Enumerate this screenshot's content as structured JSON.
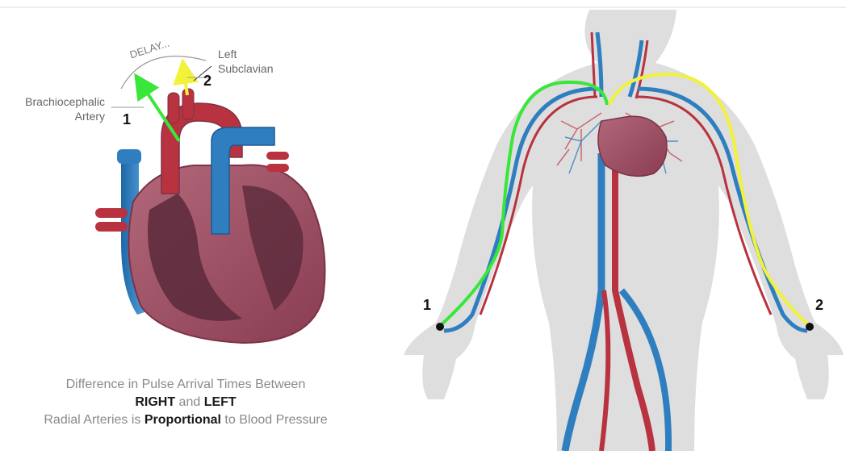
{
  "labels": {
    "delay": "DELAY...",
    "left_subclavian_line1": "Left",
    "left_subclavian_line2": "Subclavian",
    "brachiocephalic_line1": "Brachiocephalic",
    "brachiocephalic_line2": "Artery",
    "heart_marker_1": "1",
    "heart_marker_2": "2",
    "body_marker_1": "1",
    "body_marker_2": "2"
  },
  "caption": {
    "line1": "Difference in Pulse Arrival Times Between",
    "line2_a": "RIGHT",
    "line2_b": " and ",
    "line2_c": "LEFT",
    "line3_a": "Radial Arteries is ",
    "line3_b": "Proportional",
    "line3_c": " to Blood Pressure"
  },
  "colors": {
    "artery": "#b8323f",
    "vein": "#2f7fc0",
    "heart": "#9b4a5e",
    "body_silhouette": "#dedede",
    "path_right": "#39e639",
    "path_left": "#f2f23a"
  }
}
